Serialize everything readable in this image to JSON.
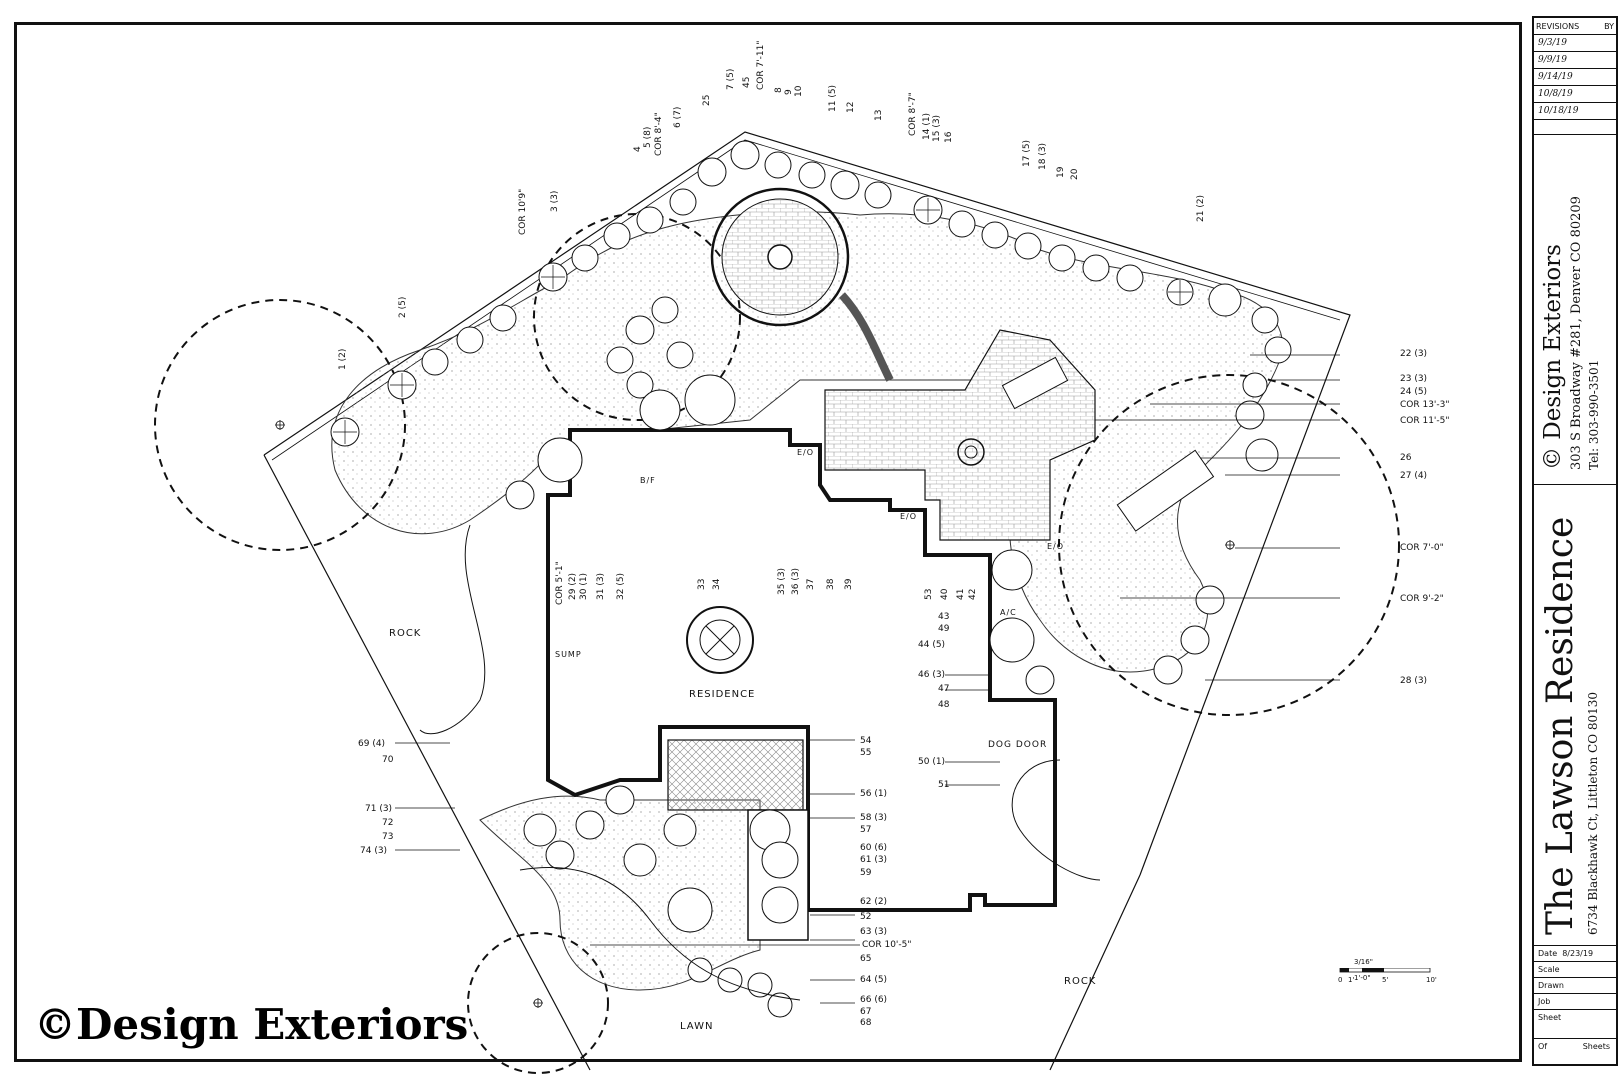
{
  "title_block": {
    "revisions_header": "REVISIONS",
    "by_header": "BY",
    "revisions": [
      "9/3/19",
      "9/9/19",
      "9/14/19",
      "10/8/19",
      "10/18/19"
    ],
    "company": "© Design Exteriors",
    "company_address": "303 S Broadway #281, Denver CO 80209",
    "company_phone": "Tel: 303-990-3501",
    "project": "The Lawson Residence",
    "project_address": "6734 Blackhawk Ct, Littleton CO 80130",
    "date_label": "Date",
    "date_value": "8/23/19",
    "scale_label": "Scale",
    "drawn_label": "Drawn",
    "job_label": "Job",
    "sheet_label": "Sheet",
    "of_label": "Of",
    "sheets_label": "Sheets"
  },
  "watermark": "©Design Exteriors",
  "scale": {
    "text": "3/16\" = 1'-0\"",
    "ticks": [
      "0",
      "1'",
      "5'",
      "10'"
    ]
  },
  "plan_labels": {
    "residence": "RESIDENCE",
    "rock_left": "ROCK",
    "rock_bottom": "ROCK",
    "lawn": "LAWN",
    "dog_door": "DOG DOOR",
    "sump": "SUMP",
    "ac": "A/C",
    "bf": "B/F",
    "eo1": "E/O",
    "eo2": "E/O",
    "eo3": "E/O"
  },
  "callouts_right": [
    {
      "id": "r22",
      "text": "22 (3)"
    },
    {
      "id": "r23",
      "text": "23 (3)"
    },
    {
      "id": "r24",
      "text": "24 (5)"
    },
    {
      "id": "r25",
      "text": "COR 13'-3\""
    },
    {
      "id": "r26",
      "text": "COR 11'-5\""
    },
    {
      "id": "r27",
      "text": "26"
    },
    {
      "id": "r28",
      "text": "27 (4)"
    },
    {
      "id": "r29",
      "text": "COR 7'-0\""
    },
    {
      "id": "r30",
      "text": "COR 9'-2\""
    },
    {
      "id": "r31",
      "text": "28 (3)"
    }
  ],
  "callouts_center": [
    {
      "id": "c43",
      "text": "43"
    },
    {
      "id": "c49",
      "text": "49"
    },
    {
      "id": "c44",
      "text": "44 (5)"
    },
    {
      "id": "c46",
      "text": "46 (3)"
    },
    {
      "id": "c47",
      "text": "47"
    },
    {
      "id": "c48",
      "text": "48"
    },
    {
      "id": "c50",
      "text": "50 (1)"
    },
    {
      "id": "c51",
      "text": "51"
    }
  ],
  "callouts_bottom": [
    {
      "id": "b54",
      "text": "54"
    },
    {
      "id": "b55",
      "text": "55"
    },
    {
      "id": "b56",
      "text": "56 (1)"
    },
    {
      "id": "b58",
      "text": "58 (3)"
    },
    {
      "id": "b57",
      "text": "57"
    },
    {
      "id": "b60",
      "text": "60 (6)"
    },
    {
      "id": "b61",
      "text": "61 (3)"
    },
    {
      "id": "b59",
      "text": "59"
    },
    {
      "id": "b62",
      "text": "62 (2)"
    },
    {
      "id": "b52",
      "text": "52"
    },
    {
      "id": "b63",
      "text": "63 (3)"
    },
    {
      "id": "b63c",
      "text": "COR 10'-5\""
    },
    {
      "id": "b65",
      "text": "65"
    },
    {
      "id": "b64",
      "text": "64 (5)"
    },
    {
      "id": "b66",
      "text": "66 (6)"
    },
    {
      "id": "b67",
      "text": "67"
    },
    {
      "id": "b68",
      "text": "68"
    }
  ],
  "callouts_left": [
    {
      "id": "l69",
      "text": "69 (4)"
    },
    {
      "id": "l70",
      "text": "70"
    },
    {
      "id": "l71",
      "text": "71 (3)"
    },
    {
      "id": "l72",
      "text": "72"
    },
    {
      "id": "l73",
      "text": "73"
    },
    {
      "id": "l74",
      "text": "74 (3)"
    }
  ],
  "callouts_top": [
    {
      "id": "t1",
      "text": "1 (2)"
    },
    {
      "id": "t2",
      "text": "2 (5)"
    },
    {
      "id": "t3",
      "text": "3 (3)"
    },
    {
      "id": "tcor10",
      "text": "COR 10'9\""
    },
    {
      "id": "t4",
      "text": "4"
    },
    {
      "id": "t5",
      "text": "5 (8)"
    },
    {
      "id": "tcor8",
      "text": "COR 8'-4\""
    },
    {
      "id": "t6",
      "text": "6 (7)"
    },
    {
      "id": "t25",
      "text": "25"
    },
    {
      "id": "t7",
      "text": "7 (5)"
    },
    {
      "id": "t45",
      "text": "45"
    },
    {
      "id": "tcor7",
      "text": "COR 7'-11\""
    },
    {
      "id": "t8",
      "text": "8"
    },
    {
      "id": "t9",
      "text": "9"
    },
    {
      "id": "t10",
      "text": "10"
    },
    {
      "id": "t11",
      "text": "11 (5)"
    },
    {
      "id": "t12",
      "text": "12"
    },
    {
      "id": "t13",
      "text": "13"
    },
    {
      "id": "tcor8b",
      "text": "COR 8'-7\""
    },
    {
      "id": "t14",
      "text": "14 (1)"
    },
    {
      "id": "t15",
      "text": "15 (3)"
    },
    {
      "id": "t16",
      "text": "16"
    },
    {
      "id": "t17",
      "text": "17 (5)"
    },
    {
      "id": "t18",
      "text": "18 (3)"
    },
    {
      "id": "t19",
      "text": "19"
    },
    {
      "id": "t20",
      "text": "20"
    },
    {
      "id": "t21",
      "text": "21 (2)"
    }
  ],
  "callouts_house": [
    {
      "id": "h29c",
      "text": "COR 5'-1\""
    },
    {
      "id": "h29",
      "text": "29 (2)"
    },
    {
      "id": "h30",
      "text": "30 (1)"
    },
    {
      "id": "h31",
      "text": "31 (3)"
    },
    {
      "id": "h32",
      "text": "32 (5)"
    },
    {
      "id": "h33",
      "text": "33"
    },
    {
      "id": "h34",
      "text": "34"
    },
    {
      "id": "h35",
      "text": "35 (3)"
    },
    {
      "id": "h36",
      "text": "36 (3)"
    },
    {
      "id": "h37",
      "text": "37"
    },
    {
      "id": "h38",
      "text": "38"
    },
    {
      "id": "h39",
      "text": "39"
    },
    {
      "id": "h53",
      "text": "53"
    },
    {
      "id": "h40",
      "text": "40"
    },
    {
      "id": "h41",
      "text": "41"
    },
    {
      "id": "h42",
      "text": "42"
    }
  ]
}
